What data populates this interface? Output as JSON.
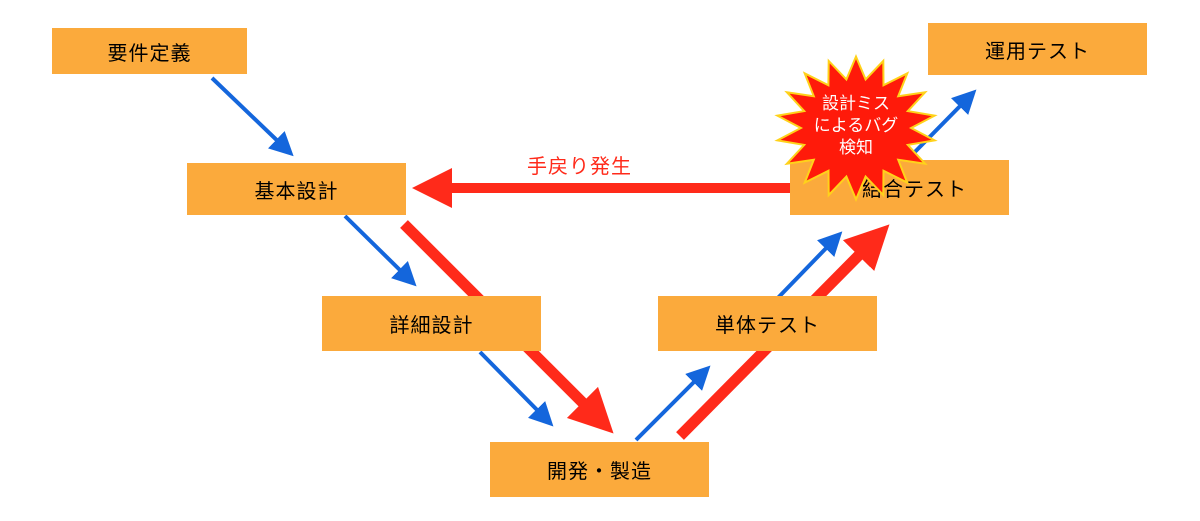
{
  "nodes": {
    "requirements": "要件定義",
    "basic_design": "基本設計",
    "detailed_design": "詳細設計",
    "development": "開発・製造",
    "unit_test": "単体テスト",
    "integration_test": "結合テスト",
    "operation_test": "運用テスト"
  },
  "labels": {
    "rework": "手戻り発生",
    "burst_line1": "設計ミス",
    "burst_line2": "によるバグ",
    "burst_line3": "検知"
  },
  "colors": {
    "box": "#fbaa3c",
    "blue_arrow": "#1466dc",
    "red_arrow": "#ff2a1a",
    "burst_fill": "#ff1a0a",
    "burst_stroke": "#ffd21a"
  }
}
